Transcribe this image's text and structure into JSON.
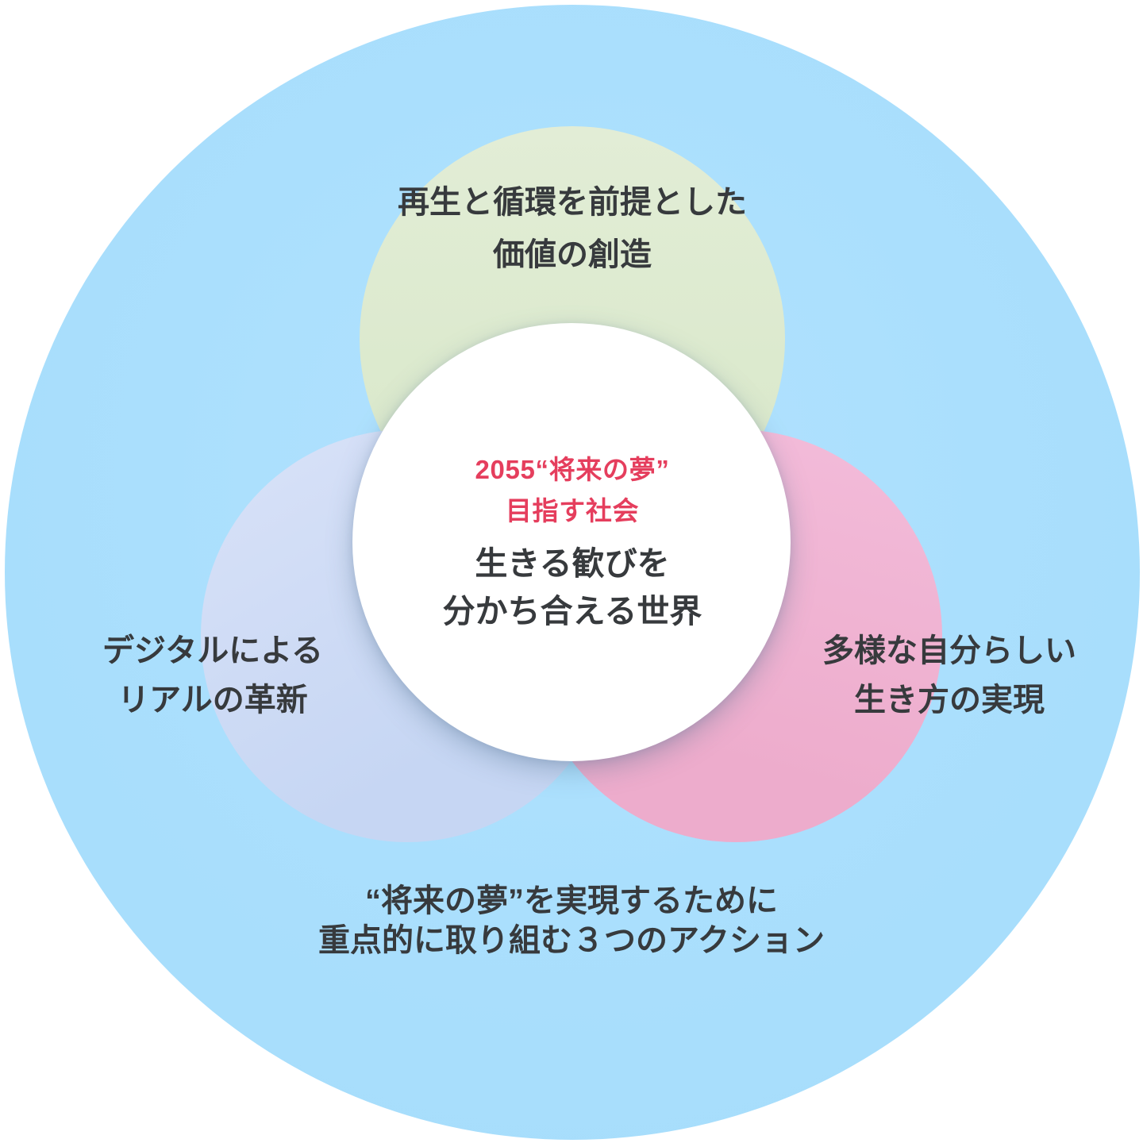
{
  "colors": {
    "outer_circle_blue": "#aadffd",
    "top_circle_green": "#dcead0",
    "left_circle_lavender": "#cbd9f4",
    "right_circle_pink": "#f0b3d3",
    "center_circle_white": "#ffffff",
    "accent_red": "#e53e5d",
    "text_dark": "#373a3d"
  },
  "diagram": {
    "top_circle": {
      "line1": "再生と循環を前提とした",
      "line2": "価値の創造"
    },
    "left_circle": {
      "line1": "デジタルによる",
      "line2": "リアルの革新"
    },
    "right_circle": {
      "line1": "多様な自分らしい",
      "line2": "生き方の実現"
    },
    "center_circle": {
      "heading_line1": "2055“将来の夢”",
      "heading_line2": "目指す社会",
      "body_line1": "生きる歓びを",
      "body_line2": "分かち合える世界"
    },
    "caption": {
      "line1": "“将来の夢”を実現するために",
      "line2": "重点的に取り組む３つのアクション"
    }
  }
}
